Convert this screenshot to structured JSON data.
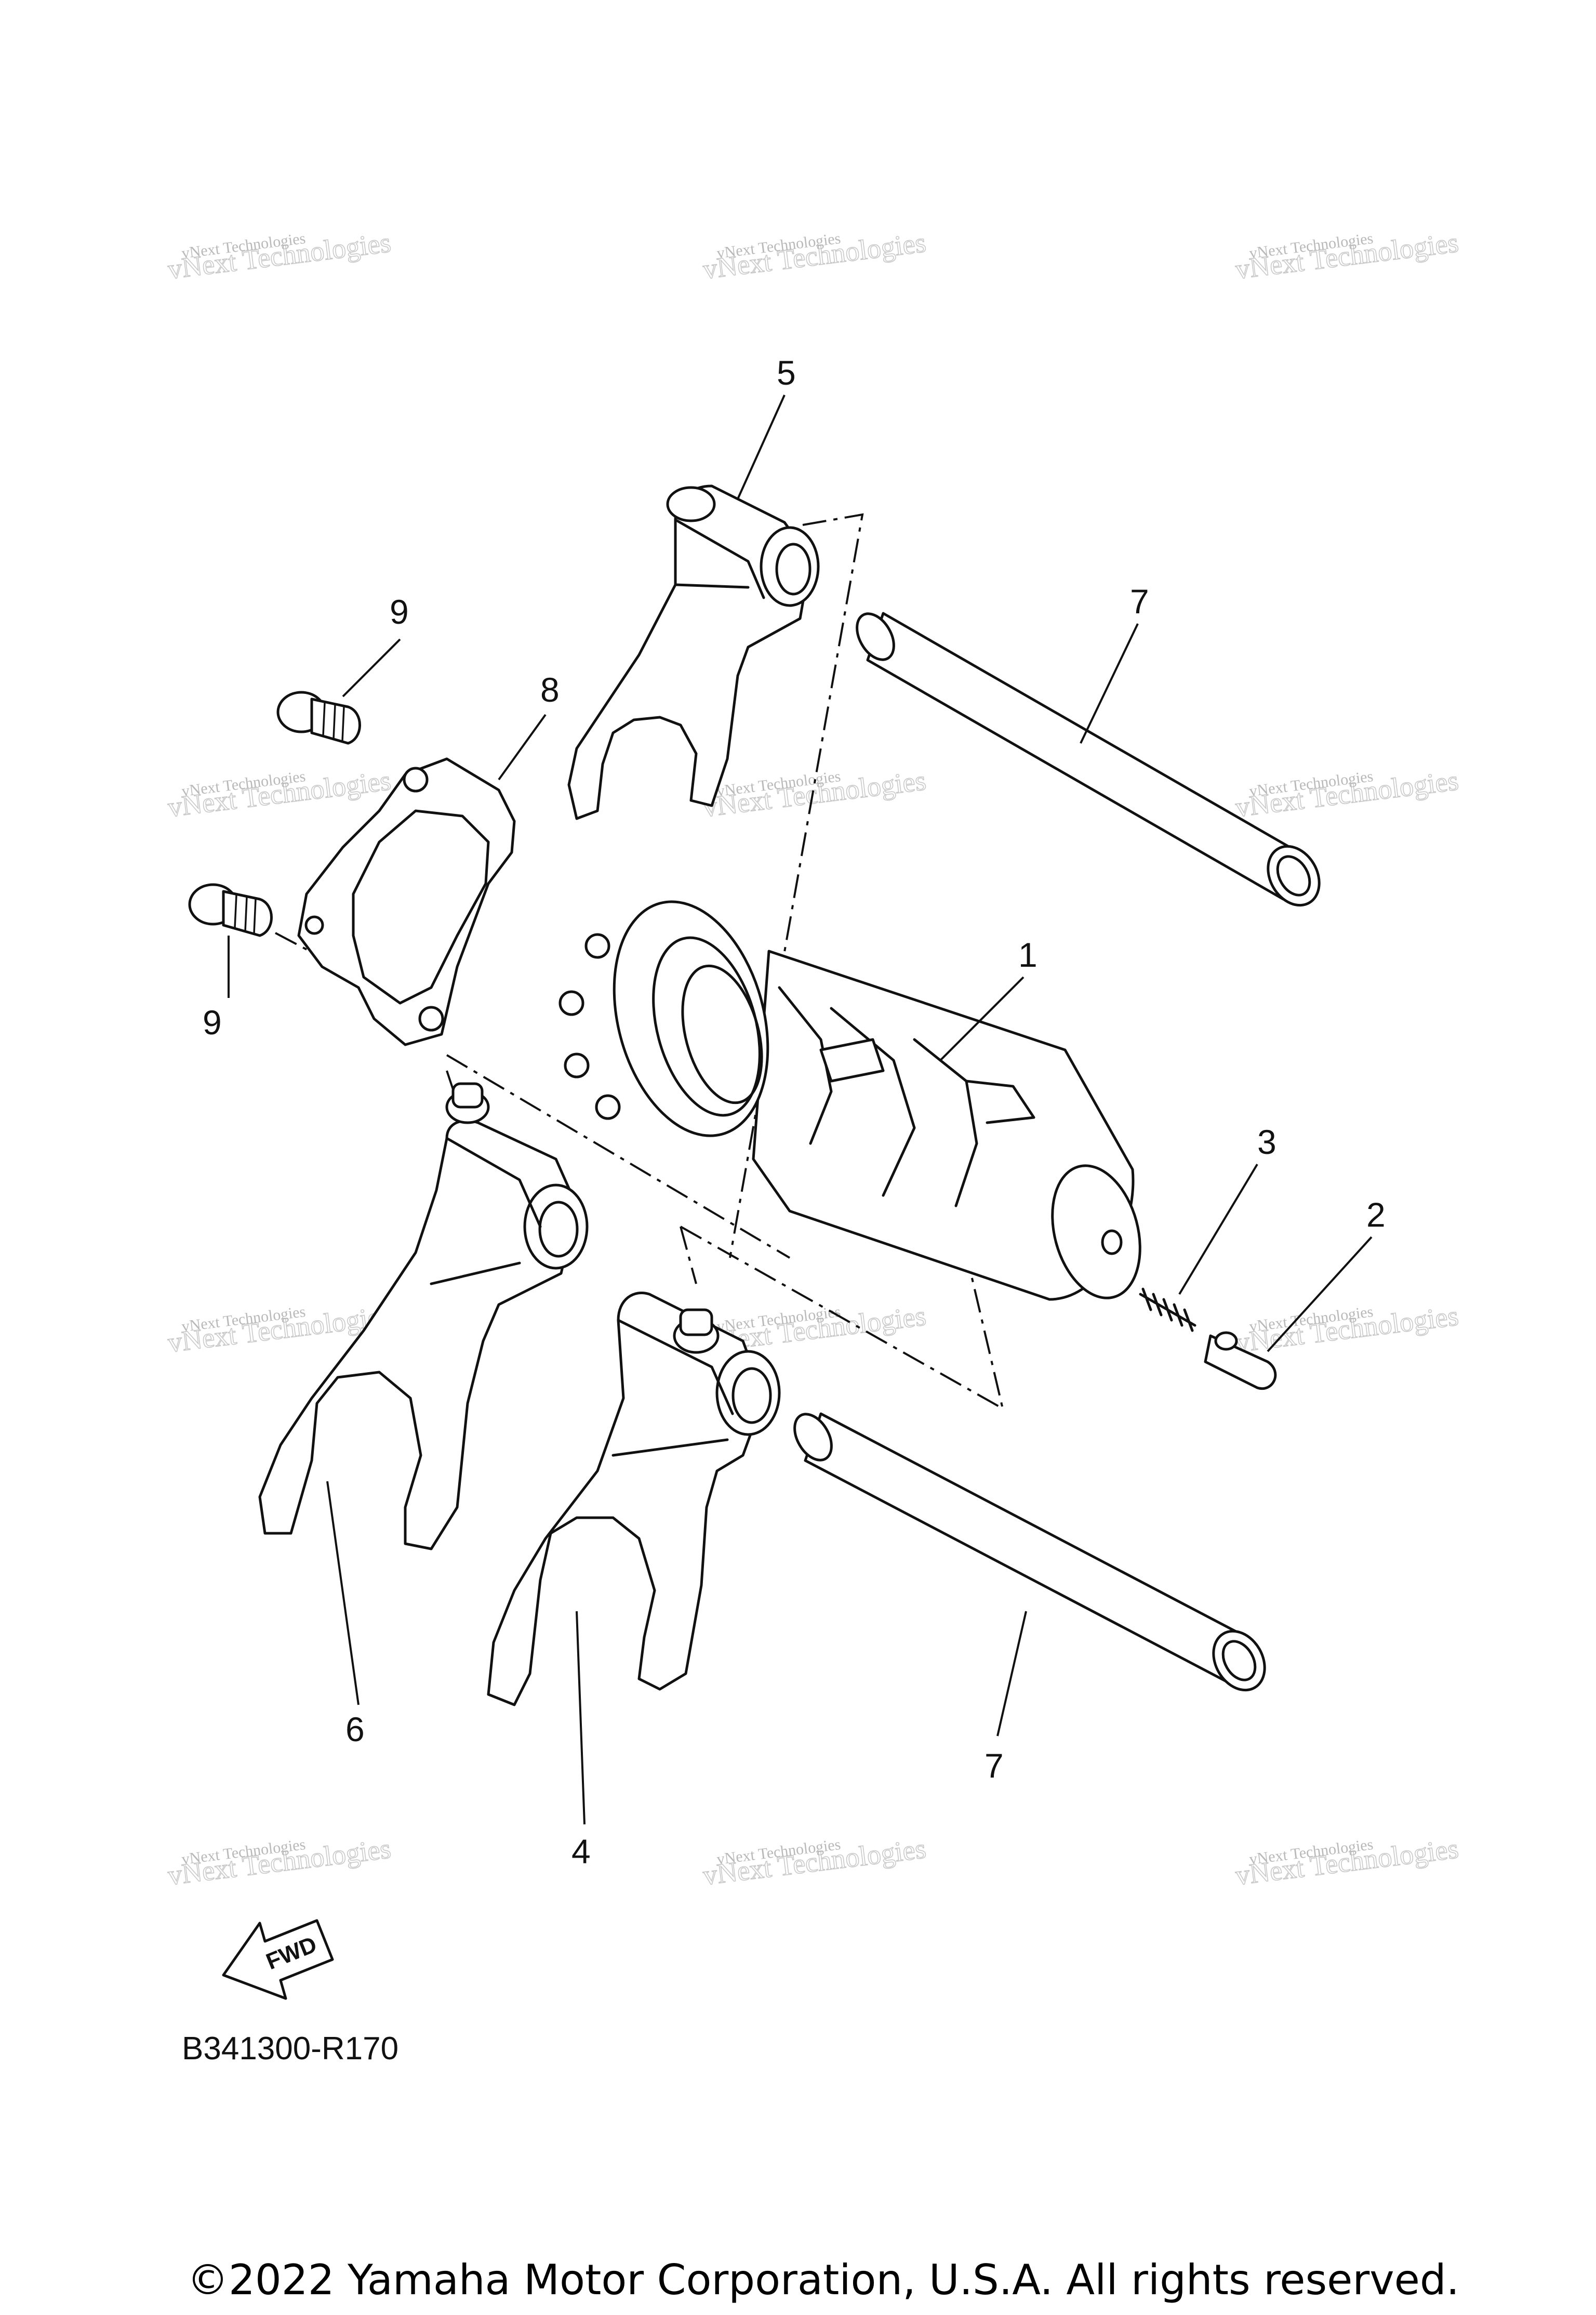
{
  "diagram": {
    "figure_code": "B341300-R170",
    "copyright": "©2022 Yamaha Motor Corporation, U.S.A. All rights reserved.",
    "direction_arrow_label": "FWD",
    "watermark": {
      "line1": "vNext Technologies",
      "line2": "vNext Technologies"
    },
    "callouts": {
      "c1": "1",
      "c2": "2",
      "c3": "3",
      "c4": "4",
      "c5": "5",
      "c6": "6",
      "c7a": "7",
      "c7b": "7",
      "c8": "8",
      "c9a": "9",
      "c9b": "9"
    }
  }
}
